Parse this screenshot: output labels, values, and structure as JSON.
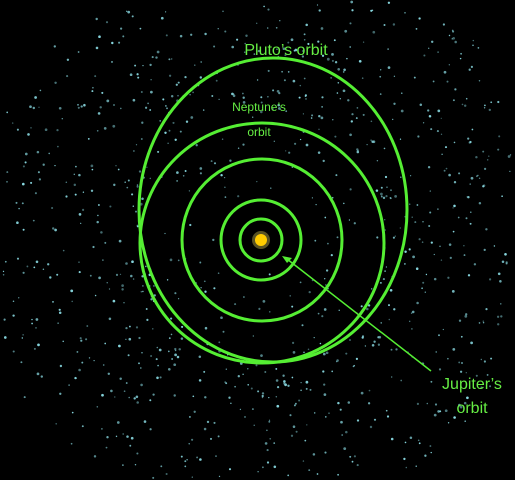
{
  "labels": {
    "pluto": "Pluto’s orbit",
    "neptune_line1": "Neptune’s",
    "neptune_line2": "orbit",
    "jupiter_line1": "Jupiter’s",
    "jupiter_line2": "orbit"
  },
  "colors": {
    "background": "#000000",
    "orbit": "#55ee33",
    "label": "#66ee44",
    "sun": "#ffcc00",
    "sun_glow": "#ffee66",
    "asteroid": "#88d8e0"
  },
  "icons": {
    "sun": "sun-icon",
    "asteroid_belt": "kuiper-belt-dots"
  }
}
